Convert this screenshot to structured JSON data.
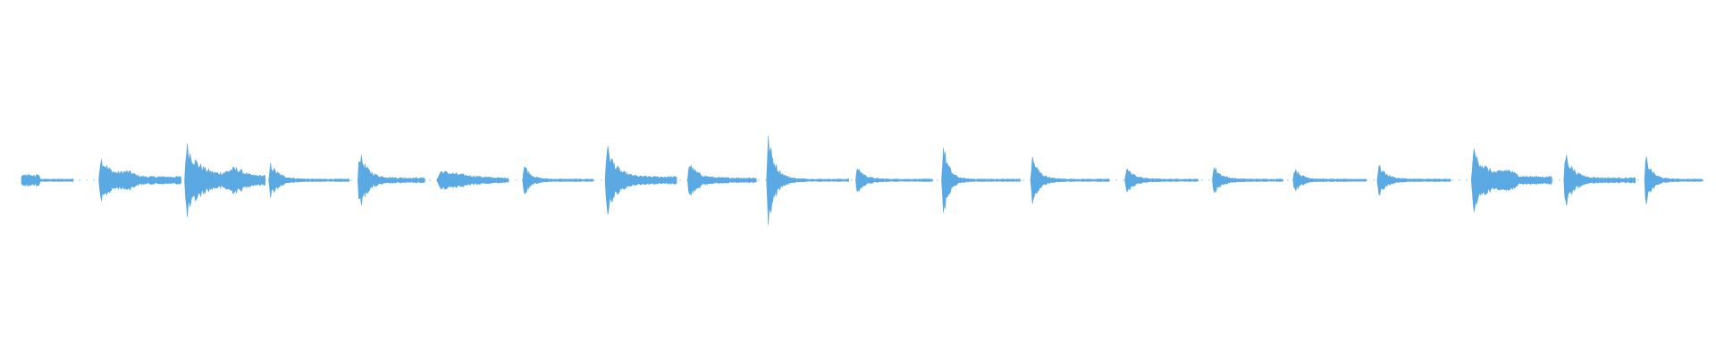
{
  "colors": {
    "background": "#ffffff",
    "waveform": "#5aa9e2"
  },
  "waveform": {
    "segments": [
      {
        "start": 0.0,
        "end": 0.031,
        "peak": 0.05,
        "decay": 0.6,
        "tail": 0.01,
        "kind": "dotted"
      },
      {
        "start": 0.046,
        "end": 0.095,
        "peak": 0.2,
        "decay": 0.35,
        "tail": 0.03,
        "kind": "hit",
        "bumps": [
          0.25,
          0.45
        ]
      },
      {
        "start": 0.097,
        "end": 0.145,
        "peak": 0.31,
        "decay": 0.45,
        "tail": 0.04,
        "kind": "hit",
        "bumps": [
          0.5,
          0.75
        ]
      },
      {
        "start": 0.147,
        "end": 0.195,
        "peak": 0.14,
        "decay": 0.3,
        "tail": 0.01,
        "kind": "hit"
      },
      {
        "start": 0.2,
        "end": 0.24,
        "peak": 0.24,
        "decay": 0.35,
        "tail": 0.02,
        "kind": "hit"
      },
      {
        "start": 0.247,
        "end": 0.29,
        "peak": 0.08,
        "decay": 0.6,
        "tail": 0.02,
        "kind": "flat"
      },
      {
        "start": 0.298,
        "end": 0.34,
        "peak": 0.14,
        "decay": 0.25,
        "tail": 0.01,
        "kind": "hit"
      },
      {
        "start": 0.347,
        "end": 0.39,
        "peak": 0.3,
        "decay": 0.35,
        "tail": 0.03,
        "kind": "hit"
      },
      {
        "start": 0.396,
        "end": 0.437,
        "peak": 0.15,
        "decay": 0.35,
        "tail": 0.02,
        "kind": "hit"
      },
      {
        "start": 0.443,
        "end": 0.492,
        "peak": 0.36,
        "decay": 0.25,
        "tail": 0.01,
        "kind": "hit"
      },
      {
        "start": 0.496,
        "end": 0.542,
        "peak": 0.12,
        "decay": 0.25,
        "tail": 0.01,
        "kind": "hit"
      },
      {
        "start": 0.547,
        "end": 0.594,
        "peak": 0.31,
        "decay": 0.2,
        "tail": 0.01,
        "kind": "hit"
      },
      {
        "start": 0.6,
        "end": 0.647,
        "peak": 0.2,
        "decay": 0.25,
        "tail": 0.01,
        "kind": "hit"
      },
      {
        "start": 0.656,
        "end": 0.7,
        "peak": 0.11,
        "decay": 0.3,
        "tail": 0.01,
        "kind": "hit"
      },
      {
        "start": 0.708,
        "end": 0.75,
        "peak": 0.12,
        "decay": 0.3,
        "tail": 0.01,
        "kind": "hit"
      },
      {
        "start": 0.756,
        "end": 0.8,
        "peak": 0.11,
        "decay": 0.25,
        "tail": 0.01,
        "kind": "hit"
      },
      {
        "start": 0.806,
        "end": 0.85,
        "peak": 0.13,
        "decay": 0.3,
        "tail": 0.01,
        "kind": "hit"
      },
      {
        "start": 0.862,
        "end": 0.91,
        "peak": 0.26,
        "decay": 0.45,
        "tail": 0.03,
        "kind": "hit",
        "bumps": [
          0.35,
          0.55
        ]
      },
      {
        "start": 0.917,
        "end": 0.96,
        "peak": 0.24,
        "decay": 0.3,
        "tail": 0.02,
        "kind": "hit"
      },
      {
        "start": 0.965,
        "end": 1.0,
        "peak": 0.2,
        "decay": 0.3,
        "tail": 0.01,
        "kind": "hit"
      }
    ]
  }
}
